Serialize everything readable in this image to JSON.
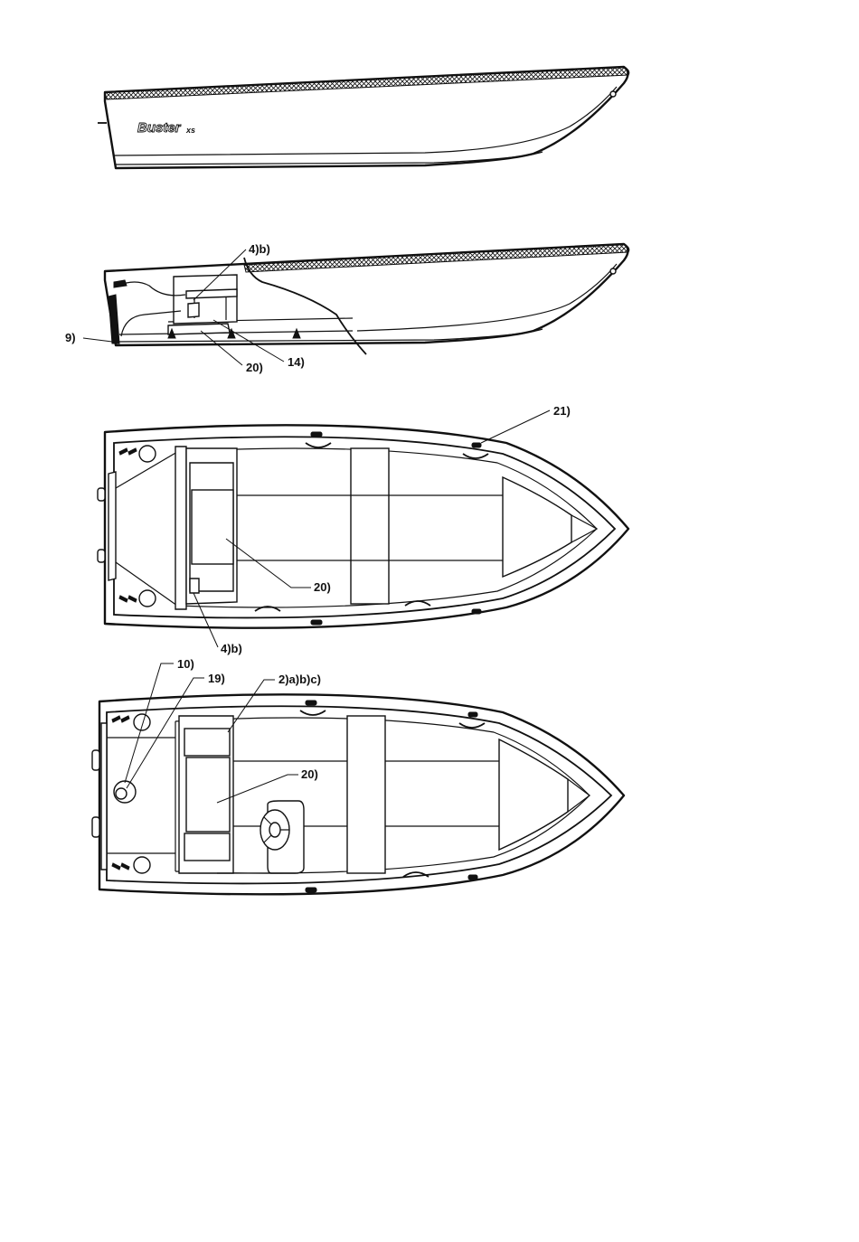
{
  "brand": {
    "name": "Buster",
    "model": "xs"
  },
  "labels": {
    "side2_4b": "4)b)",
    "side2_9": "9)",
    "side2_20": "20)",
    "side2_14": "14)",
    "top1_21": "21)",
    "top1_20": "20)",
    "top1_4b": "4)b)",
    "top2_10": "10)",
    "top2_19": "19)",
    "top2_2abc": "2)a)b)c)",
    "top2_20": "20)"
  }
}
